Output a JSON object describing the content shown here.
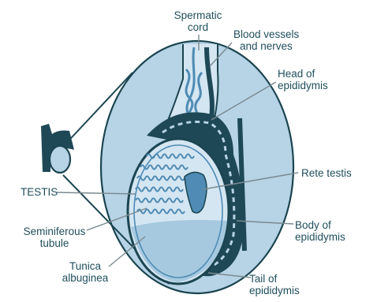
{
  "diagram": {
    "colors": {
      "outline": "#1b4550",
      "capsule": "#b7d3e6",
      "testis_fill": "#d4e6f2",
      "lobule": "#4f8bb4",
      "tubule": "#7fb0d0",
      "dark": "#1e4856",
      "text": "#1f4e5c",
      "leader": "#7a8a90"
    },
    "labels": {
      "spermatic_cord": [
        "Spermatic",
        "cord"
      ],
      "blood_vessels": [
        "Blood vessels",
        "and nerves"
      ],
      "head_epididymis": [
        "Head of",
        "epididymis"
      ],
      "rete_testis": [
        "Rete testis"
      ],
      "testis": [
        "TESTIS"
      ],
      "body_epididymis": [
        "Body of",
        "epididymis"
      ],
      "seminiferous_tubule": [
        "Seminiferous",
        "tubule"
      ],
      "tunica_albuginea": [
        "Tunica",
        "albuginea"
      ],
      "tail_epididymis": [
        "Tail of",
        "epididymis"
      ]
    }
  }
}
